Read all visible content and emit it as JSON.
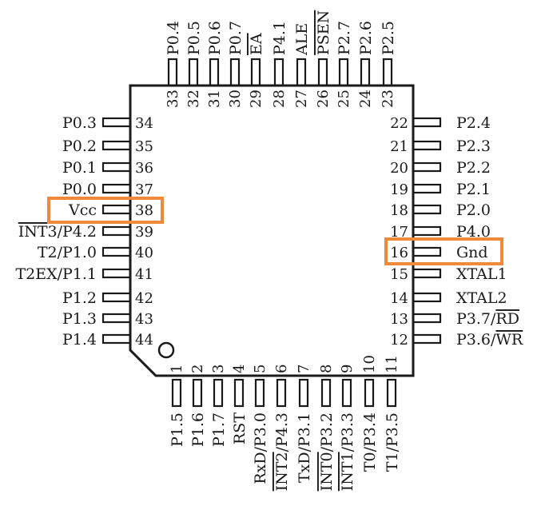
{
  "colors": {
    "line": "#1a1a1a",
    "highlight": "#f08a3a",
    "background": "#ffffff"
  },
  "chip": {
    "top_pins": [
      {
        "num": "33",
        "label": "P0.4"
      },
      {
        "num": "32",
        "label": "P0.5"
      },
      {
        "num": "31",
        "label": "P0.6"
      },
      {
        "num": "30",
        "label": "P0.7"
      },
      {
        "num": "29",
        "label": "EA",
        "overline": true
      },
      {
        "num": "28",
        "label": "P4.1"
      },
      {
        "num": "27",
        "label": "ALE"
      },
      {
        "num": "26",
        "label": "PSEN",
        "overline": true
      },
      {
        "num": "25",
        "label": "P2.7"
      },
      {
        "num": "24",
        "label": "P2.6"
      },
      {
        "num": "23",
        "label": "P2.5"
      }
    ],
    "left_pins": [
      {
        "num": "34",
        "label": "P0.3"
      },
      {
        "num": "35",
        "label": "P0.2"
      },
      {
        "num": "36",
        "label": "P0.1"
      },
      {
        "num": "37",
        "label": "P0.0"
      },
      {
        "num": "38",
        "label": "Vcc",
        "highlight": true
      },
      {
        "num": "39",
        "label_over": "INT3",
        "label_rest": "/P4.2"
      },
      {
        "num": "40",
        "label": "T2/P1.0"
      },
      {
        "num": "41",
        "label": "T2EX/P1.1"
      },
      {
        "num": "42",
        "label": "P1.2"
      },
      {
        "num": "43",
        "label": "P1.3"
      },
      {
        "num": "44",
        "label": "P1.4"
      }
    ],
    "right_pins": [
      {
        "num": "22",
        "label": "P2.4"
      },
      {
        "num": "21",
        "label": "P2.3"
      },
      {
        "num": "20",
        "label": "P2.2"
      },
      {
        "num": "19",
        "label": "P2.1"
      },
      {
        "num": "18",
        "label": "P2.0"
      },
      {
        "num": "17",
        "label": "P4.0"
      },
      {
        "num": "16",
        "label": "Gnd",
        "highlight": true
      },
      {
        "num": "15",
        "label": "XTAL1"
      },
      {
        "num": "14",
        "label": "XTAL2"
      },
      {
        "num": "13",
        "label_pre": "P3.7/",
        "label_over": "RD"
      },
      {
        "num": "12",
        "label_pre": "P3.6/",
        "label_over": "WR"
      }
    ],
    "bottom_pins": [
      {
        "num": "1",
        "label": "P1.5"
      },
      {
        "num": "2",
        "label": "P1.6"
      },
      {
        "num": "3",
        "label": "P1.7"
      },
      {
        "num": "4",
        "label": "RST"
      },
      {
        "num": "5",
        "label": "RxD/P3.0"
      },
      {
        "num": "6",
        "label_over": "INT2",
        "label_rest": "/P4.3"
      },
      {
        "num": "7",
        "label": "TxD/P3.1"
      },
      {
        "num": "8",
        "label_over": "INT0",
        "label_rest": "/P3.2"
      },
      {
        "num": "9",
        "label_over": "INT1",
        "label_rest": "/P3.3"
      },
      {
        "num": "10",
        "label": "T0/P3.4"
      },
      {
        "num": "11",
        "label": "T1/P3.5"
      }
    ]
  }
}
